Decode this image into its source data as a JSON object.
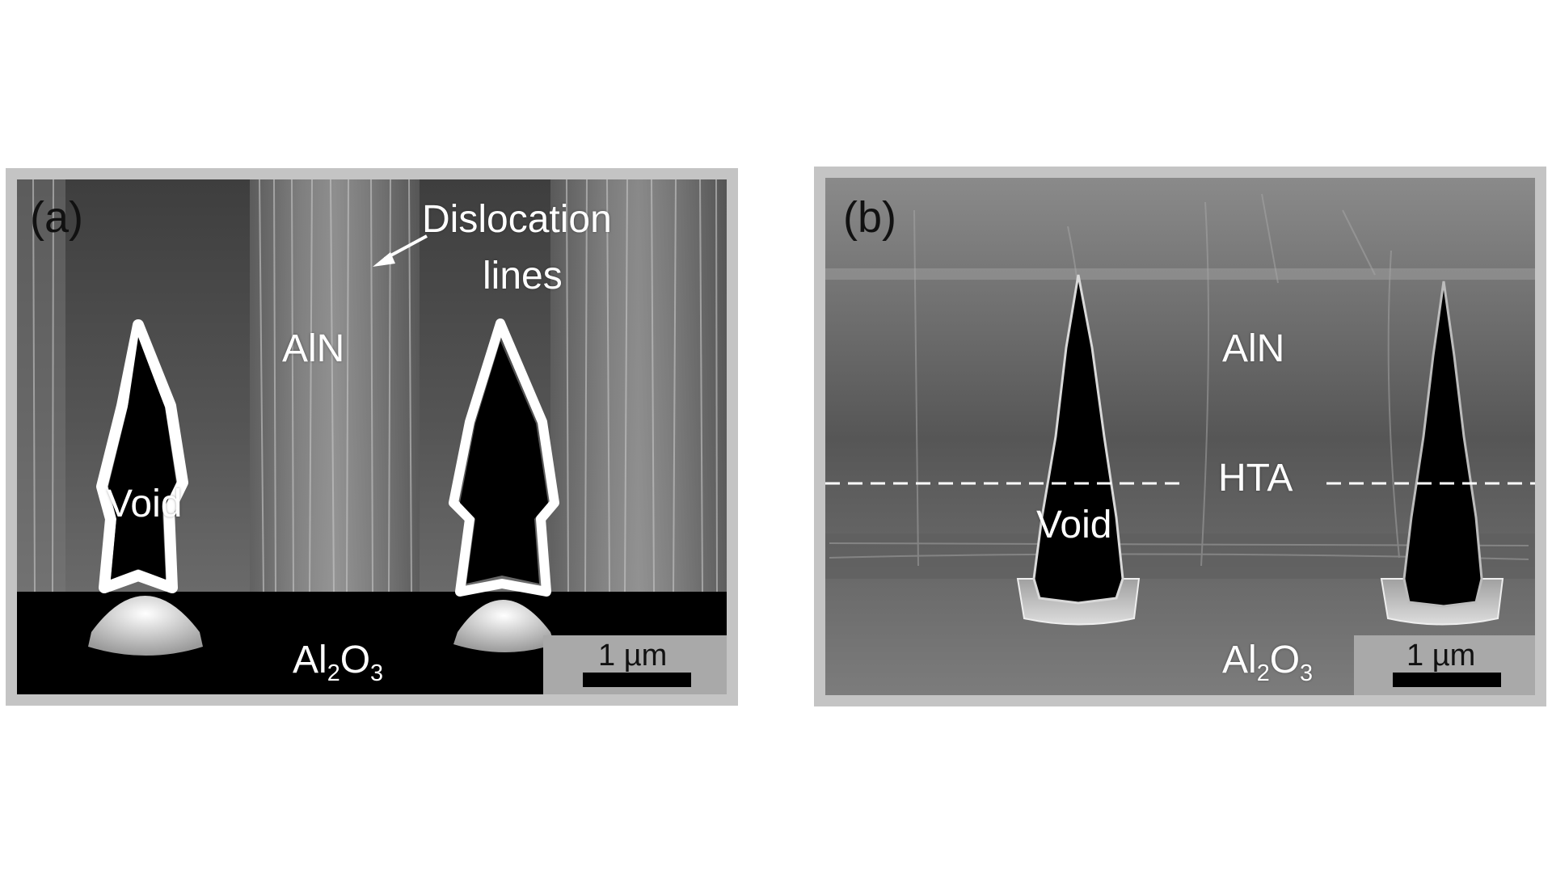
{
  "panel_a": {
    "letter": "(a)",
    "material_top": "AlN",
    "void_label": "Void",
    "annotation_line1": "Dislocation",
    "annotation_line2": "lines",
    "substrate_base": "Al",
    "substrate_sub1": "2",
    "substrate_mid": "O",
    "substrate_sub2": "3",
    "scale_text": "1 µm"
  },
  "panel_b": {
    "letter": "(b)",
    "material_top": "AlN",
    "void_label": "Void",
    "interface_label": "HTA",
    "substrate_base": "Al",
    "substrate_sub1": "2",
    "substrate_mid": "O",
    "substrate_sub2": "3",
    "scale_text": "1 µm"
  },
  "colors": {
    "panel_frame": "#c4c4c4",
    "scale_box": "#a9a9a9",
    "void": "#000000"
  }
}
